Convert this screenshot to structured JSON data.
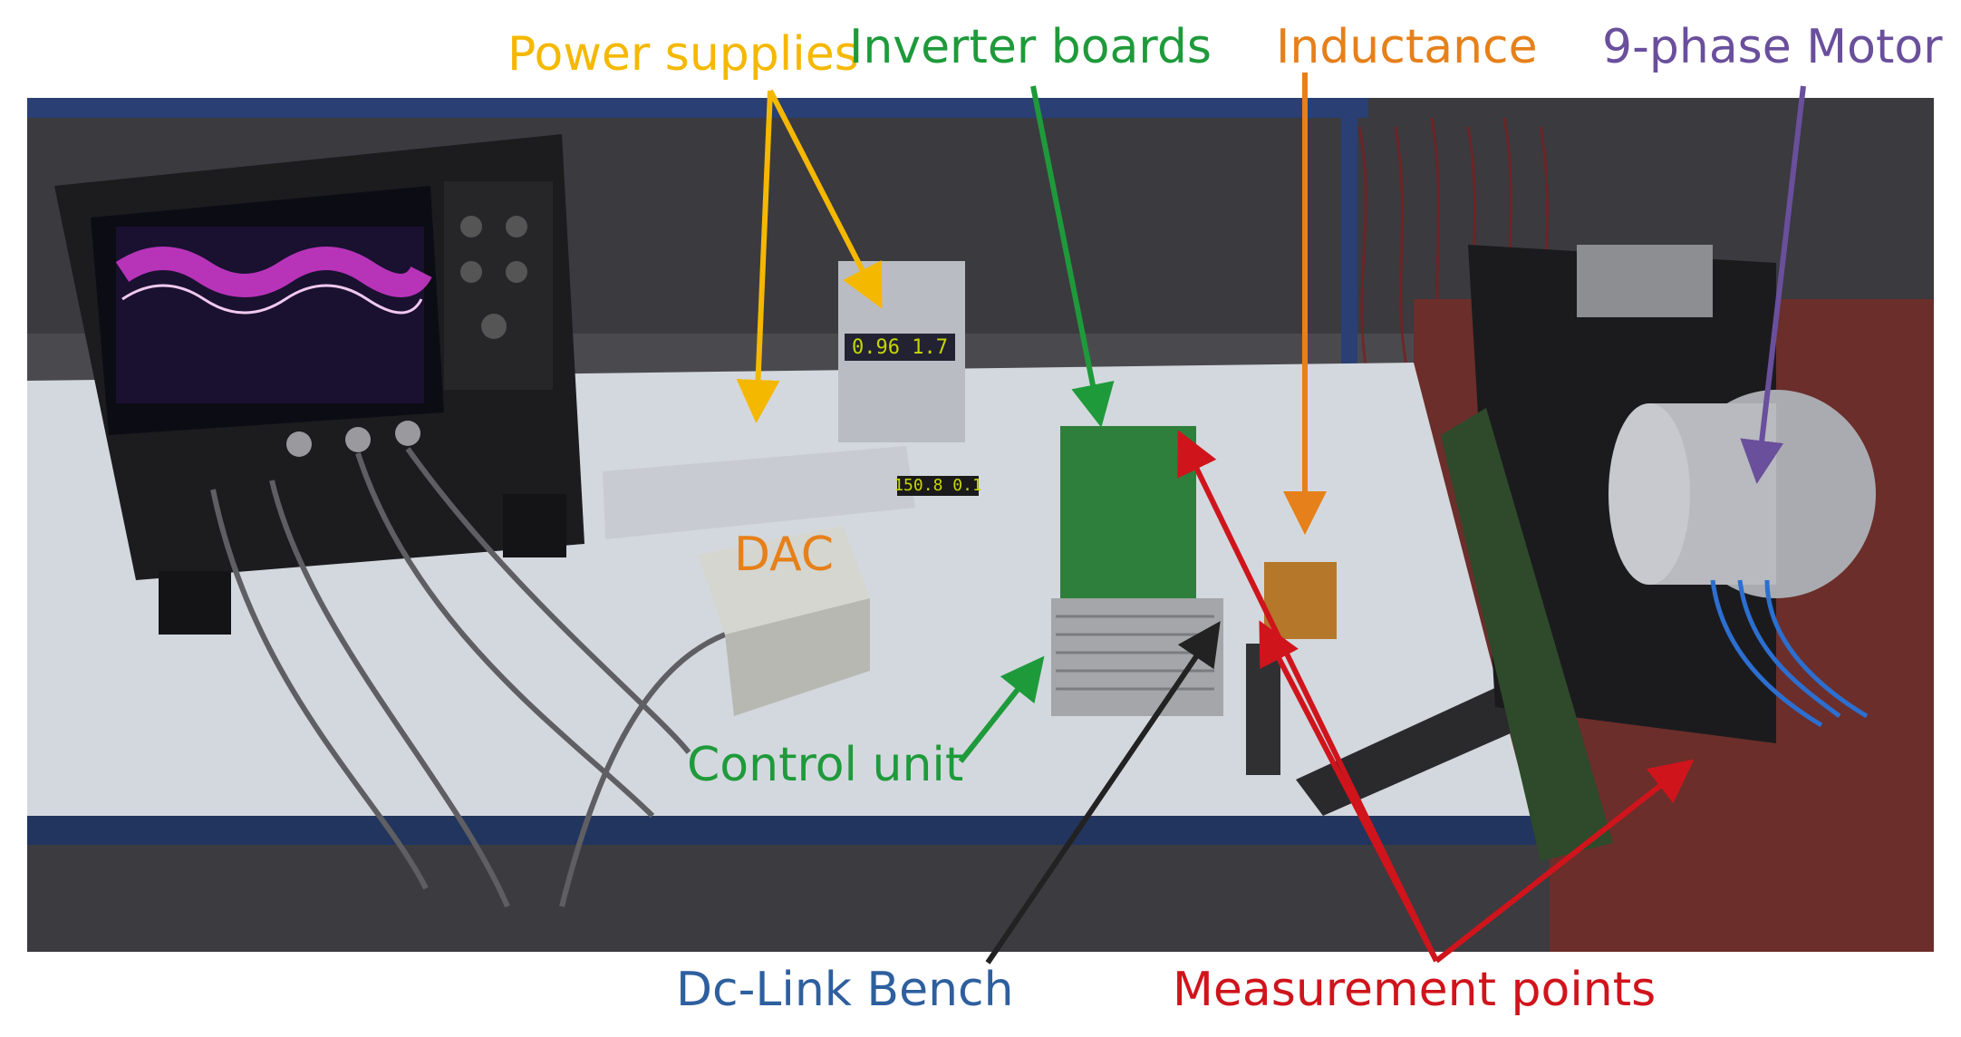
{
  "labels": {
    "power_supplies": "Power supplies",
    "inverter_boards": "Inverter boards",
    "inductance": "Inductance",
    "motor": "9-phase Motor",
    "dac": "DAC",
    "control_unit": "Control unit",
    "dc_link_bench": "Dc-Link Bench",
    "measurement_points": "Measurement points"
  },
  "colors": {
    "power_supplies": "#f5b800",
    "inverter_boards": "#1e9a3a",
    "inductance": "#e6801a",
    "motor": "#6a4f9c",
    "dac": "#e6801a",
    "control_unit": "#1e9a3a",
    "dc_link_bench": "#2e5f9e",
    "measurement_points": "#d0141c"
  },
  "scope_readout": "0.96 1.7",
  "psu_readout": "150.8 0.1"
}
